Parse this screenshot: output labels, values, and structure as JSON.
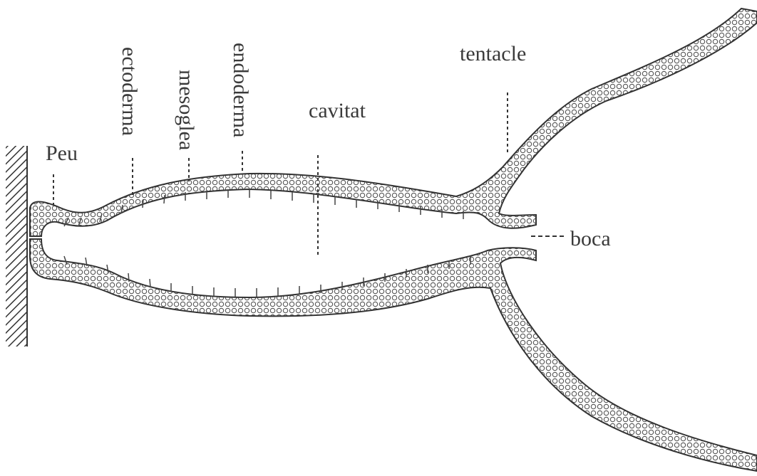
{
  "diagram": {
    "labels": {
      "peu": "Peu",
      "ectoderma": "ectoderma",
      "mesoglea": "mesoglea",
      "endoderma": "endoderma",
      "cavitat": "cavitat",
      "tentacle": "tentacle",
      "boca": "boca"
    }
  }
}
